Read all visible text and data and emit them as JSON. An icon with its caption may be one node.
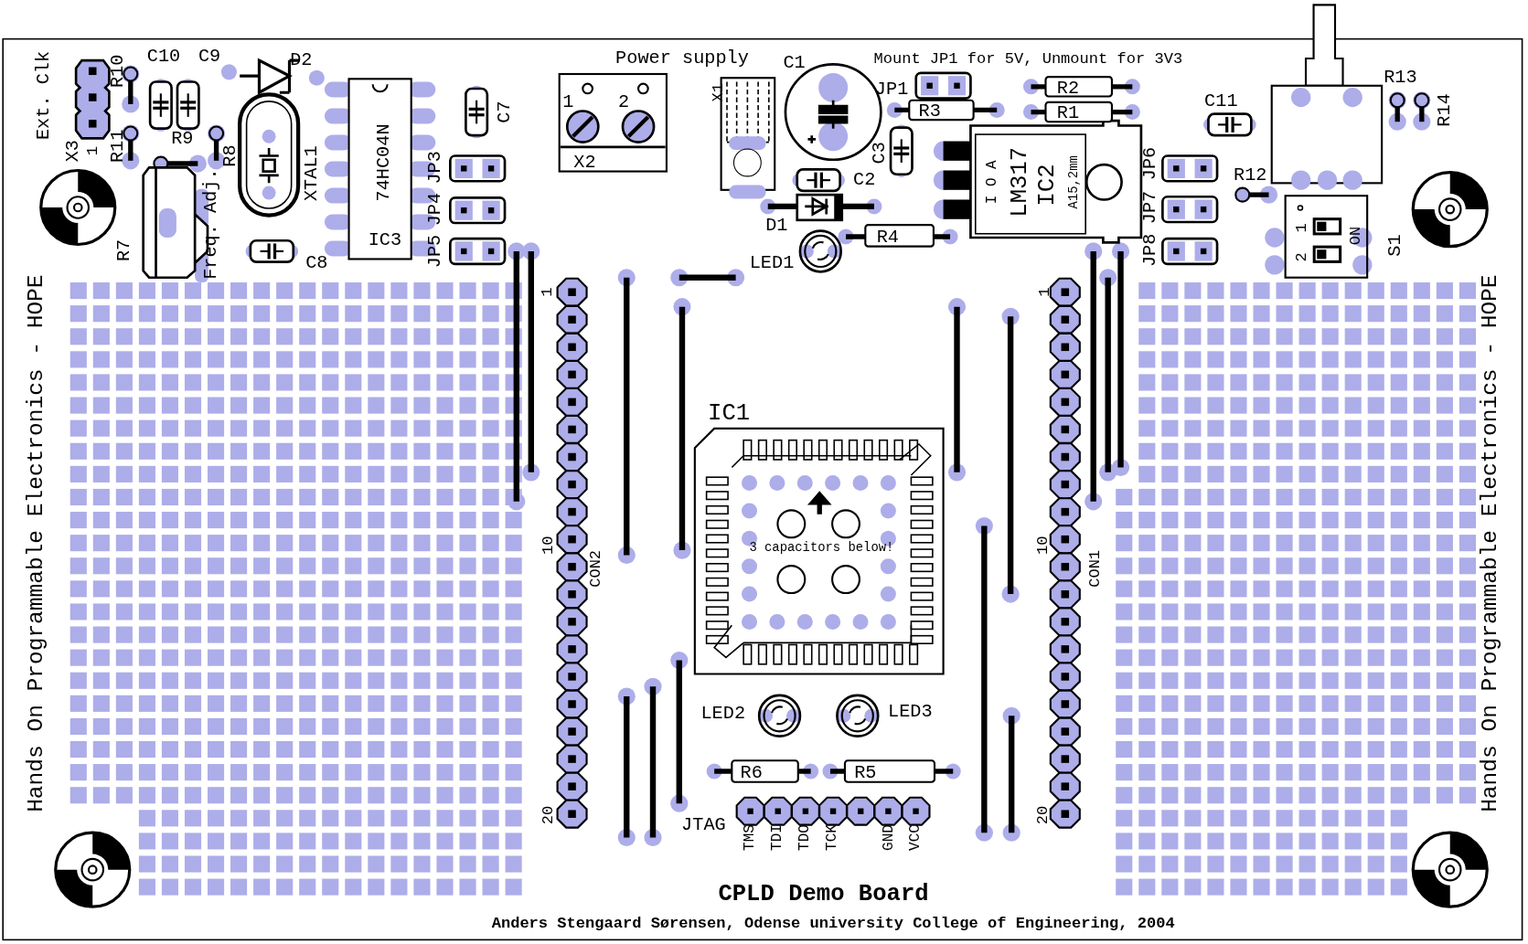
{
  "diagram": {
    "title": "CPLD Demo Board",
    "caption": "Anders Stengaard Sørensen, Odense university College of Engineering, 2004",
    "nodes": [
      {
        "text": [
          "1",
          "2",
          "X2"
        ]
      },
      {
        "text": [
          "74HC04N",
          "IC3"
        ]
      },
      {
        "text": [
          "I O A",
          "LM317",
          "IC2",
          "A15,2mm"
        ]
      },
      {
        "text": [
          "R2"
        ]
      },
      {
        "text": [
          "R1"
        ]
      },
      {
        "text": [
          "R3"
        ]
      },
      {
        "text": [
          "R4"
        ]
      },
      {
        "text": [
          "R6"
        ]
      },
      {
        "text": [
          "R5"
        ]
      },
      {
        "text": [
          "IC1",
          "3 capacitors below!"
        ]
      },
      {
        "text": [
          "1",
          "2",
          "ON"
        ],
        "beside": [
          "S1"
        ]
      }
    ],
    "labels": [
      "Ext. Clk",
      "X3",
      "1",
      "R10",
      "C10",
      "C9",
      "D2",
      "R11",
      "R9",
      "R8",
      "XTAL1",
      "C7",
      "JP3",
      "JP4",
      "JP5",
      "R7",
      "Freq. Adj.",
      "C8",
      "Power supply",
      "X1",
      "C1",
      "Mount JP1 for 5V, Unmount for 3V3",
      "JP1",
      "C3",
      "C2",
      "D1",
      "LED1",
      "C11",
      "R13",
      "R14",
      "JP6",
      "JP7",
      "JP8",
      "R12",
      "Hands On Programmable Electronics - HOPE",
      "Hands On Programmable Electronics - HOPE",
      "1",
      "10",
      "20",
      "CON2",
      "1",
      "10",
      "20",
      "CON1",
      "LED2",
      "LED3",
      "JTAG",
      "TMS",
      "TDI",
      "TDO",
      "TCK",
      "GND",
      "VCC"
    ]
  }
}
